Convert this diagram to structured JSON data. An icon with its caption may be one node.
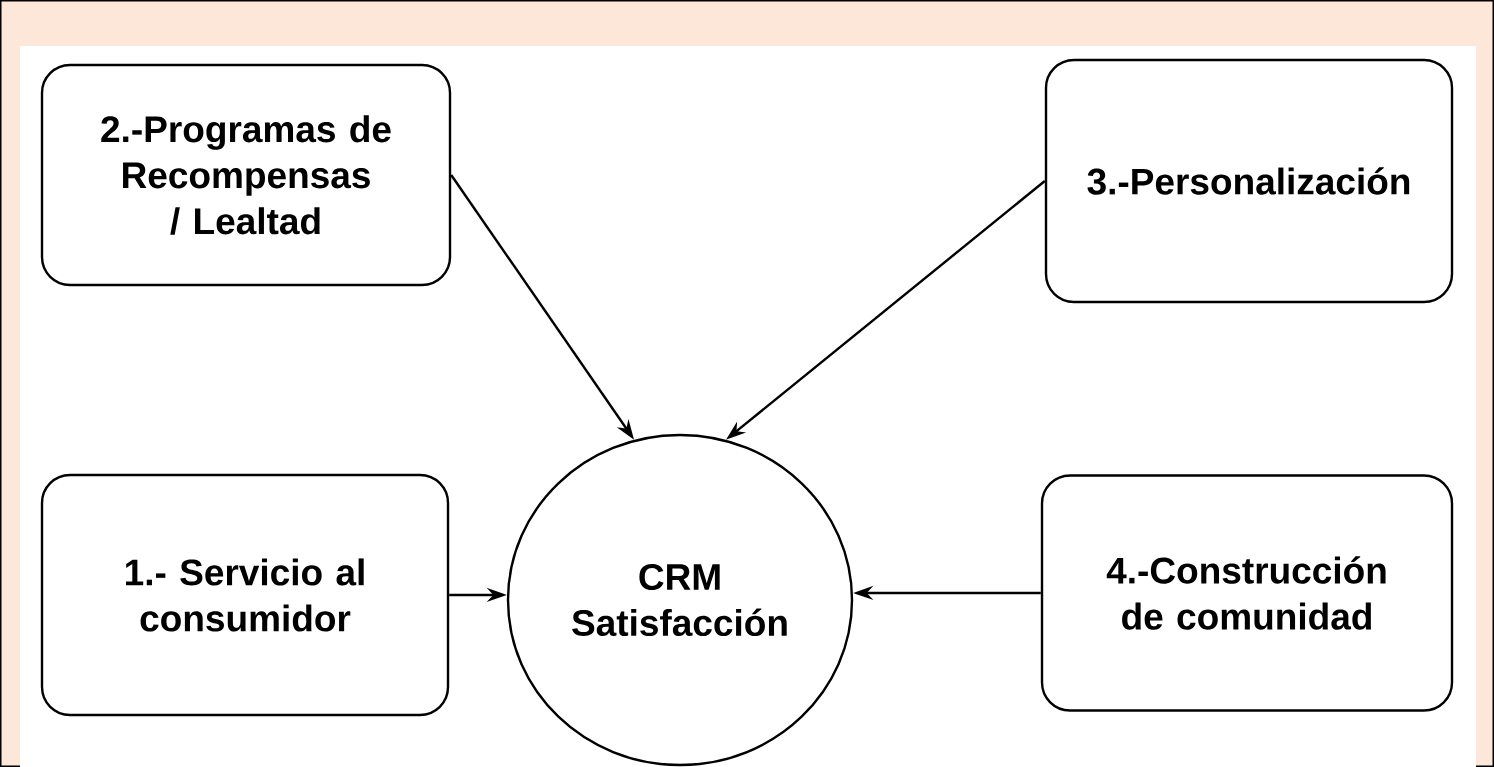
{
  "diagram": {
    "nodes": [
      {
        "text": [
          "2.-Programas de Recompensas / Lealtad"
        ]
      },
      {
        "text": [
          "3.-Personalización"
        ]
      },
      {
        "text": [
          "CRM Satisfacción"
        ]
      },
      {
        "text": [
          "1.- Servicio al consumidor"
        ]
      },
      {
        "text": [
          "4.-Construcción de comunidad"
        ]
      }
    ],
    "edges": [
      {
        "from": 0,
        "to": 2,
        "arrow": "to"
      },
      {
        "from": 1,
        "to": 2,
        "arrow": "to"
      },
      {
        "from": 3,
        "to": 2,
        "arrow": "to"
      },
      {
        "from": 4,
        "to": 2,
        "arrow": "to"
      }
    ]
  }
}
